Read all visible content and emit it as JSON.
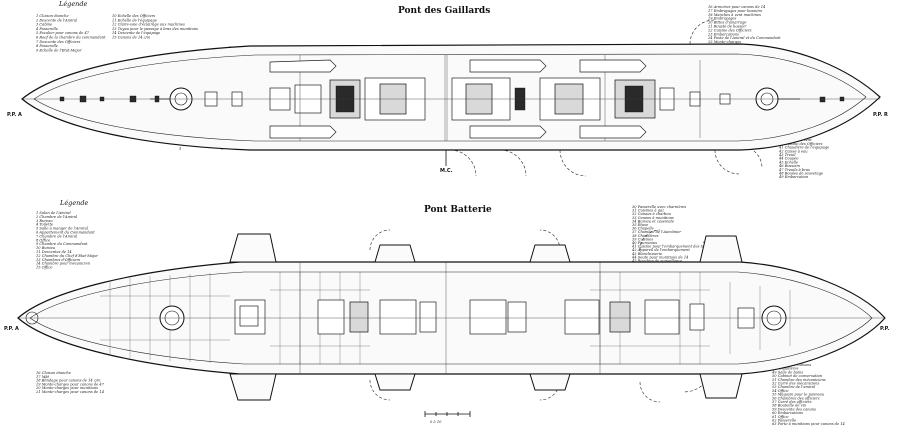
{
  "upper_deck": {
    "title": "Pont des Gaillards",
    "legend_heading": "Légende",
    "legend_left": [
      "Cloison étanche",
      "Descente de l'Amiral",
      "Cabine",
      "Passerelle",
      "Escalier pour canons de 47",
      "Roof de la chambre du commandant",
      "Descente des Officiers",
      "Passerelle",
      "Echelle de l'Etat-Major"
    ],
    "legend_mid": [
      "Echelle des Officiers",
      "Echelle de l'équipage",
      "Claire-voie d'éclairage aux machines",
      "Tuyau pour le passage à bras des munitions",
      "Descente de l'équipage",
      "Canons de 14 c/m"
    ],
    "legend_right": [
      "Armoires pour canons de 14",
      "Embrayages pour bossoirs",
      "Manches à vent machines",
      "Embrayages",
      "Bittes d'amarrage",
      "Rousté de bossoir",
      "Cuisine des Officiers",
      "Embarcations",
      "Poste de l'Amiral et du Commandant",
      "Monte-charges",
      "Chaudières de réserve",
      "Roof",
      "Rampe d'accès",
      "Monte-charges",
      "Cuisines",
      "Bossoirs",
      "Manches à vent"
    ],
    "legend_right2": [
      "Cuisine de l'équipage",
      "Passerelle",
      "Bossoirs",
      "Embrayage",
      "Bittes",
      "Rouleaux",
      "Manche à vent",
      "Cuisine des Officiers",
      "Chaudière de l'équipage",
      "Caisse à eau",
      "Treuil",
      "Coupée",
      "Echelle",
      "Bossoirs",
      "Treuils à bras",
      "Bouées de sauvetage",
      "Embarcation"
    ],
    "bow_label": "P.P. A",
    "stern_label": "P.P. R",
    "midship_label": "M.C."
  },
  "battery_deck": {
    "title": "Pont Batterie",
    "legend_heading": "Légende",
    "legend_left": [
      "Salon de l'Amiral",
      "Chambre de l'Amiral",
      "Bureau",
      "Toilette",
      "Salle à manger de l'Amiral",
      "Appartement du Commandant",
      "Chambre de l'Amiral",
      "Office",
      "Chambre du Commandant",
      "Bureau",
      "Descentes de 14",
      "Chambre du Chef d'Etat-Major",
      "Chambres d'Officiers",
      "Chambre pour mécanicien",
      "Office"
    ],
    "legend_center": [
      "Passerelle avec charnières",
      "Cuisines à gaz",
      "Caisses à charbon",
      "Canons à munitions",
      "Bureau et casemate",
      "Étuve",
      "Chapelle",
      "Chambre de l'Aumônier",
      "Chaudières",
      "Cuisines",
      "Fourneaux",
      "Cuisine pour l'embarquement des torpilles",
      "Appareil de l'embarquement",
      "Blanchisserie",
      "Soute pour munitions de 14",
      "Bouchon de surveillance",
      "Chaudière de sauvetage"
    ],
    "legend_bottom_left": [
      "Cloison étanche",
      "Mât",
      "Blindage pour canons de 14 c/m",
      "Monte-charges pour canons de 47",
      "Monte-charges pour munitions",
      "Monte-charges pour canons de 14"
    ],
    "legend_bottom_right": [
      "Fonte des cloisons",
      "Chaudières",
      "Salle de bains",
      "Cabinet de conversation",
      "Chambre des mécaniciens",
      "Carré des mécaniciens",
      "Chambre de l'amiral",
      "Office",
      "Magasin pour le panneau",
      "Chambres des officiers",
      "Carré des officiers",
      "Bouteille de vin",
      "Descente des canons",
      "Embarcations",
      "Office",
      "Passerelle",
      "Porte à munitions pour canons de 14"
    ],
    "bow_label": "P.P. A",
    "stern_label": "P.P.",
    "scale_label": "0 5 10"
  }
}
